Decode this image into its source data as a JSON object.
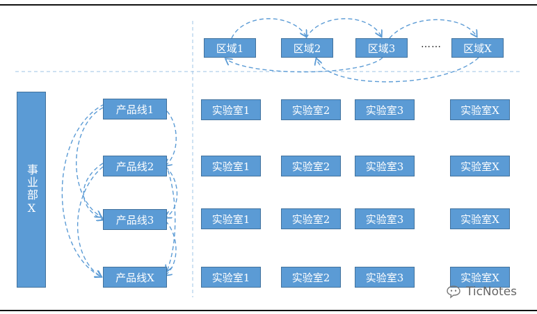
{
  "regions": [
    "区域1",
    "区域2",
    "区域3",
    "区域X"
  ],
  "ellipsis": "……",
  "department": "事业部X",
  "product_lines": [
    "产品线1",
    "产品线2",
    "产品线3",
    "产品线X"
  ],
  "labs": [
    [
      "实验室1",
      "实验室2",
      "实验室3",
      "实验室X"
    ],
    [
      "实验室1",
      "实验室2",
      "实验室3",
      "实验室X"
    ],
    [
      "实验室1",
      "实验室2",
      "实验室3",
      "实验室X"
    ],
    [
      "实验室1",
      "实验室2",
      "实验室3",
      "实验室X"
    ]
  ],
  "watermark": "TicNotes",
  "colors": {
    "box_fill": "#5b9bd5",
    "box_border": "#41719c",
    "dashed_line": "#5b9bd5"
  }
}
